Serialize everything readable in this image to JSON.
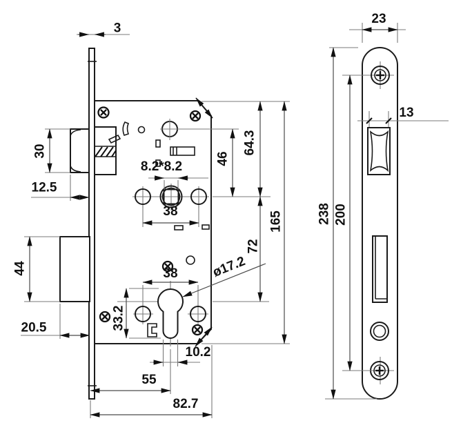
{
  "drawing": {
    "title": "mortise-lock-dimension-drawing",
    "colors": {
      "line": "#1a1a1a",
      "dim_line": "#7a7a7a",
      "background": "#ffffff"
    },
    "side": {
      "thickness": "3",
      "latch_height": "30",
      "latch_protrusion": "12.5",
      "deadbolt_height": "44",
      "deadbolt_protrusion": "20.5",
      "spindle_square": "8.2*8.2",
      "nut_to_spindle": "46",
      "top_to_spindle": "64.3",
      "handle_holes_upper": "38",
      "handle_holes_lower": "38",
      "spindle_to_cylinder": "72",
      "case_height": "165",
      "cylinder_hole_height": "33.2",
      "cylinder_diameter": "ø17.2",
      "cylinder_lobe_width": "10.2",
      "backset": "55",
      "case_depth": "82.7"
    },
    "front": {
      "plate_width": "23",
      "latch_width": "13",
      "plate_length": "238",
      "screw_spacing": "200"
    }
  }
}
